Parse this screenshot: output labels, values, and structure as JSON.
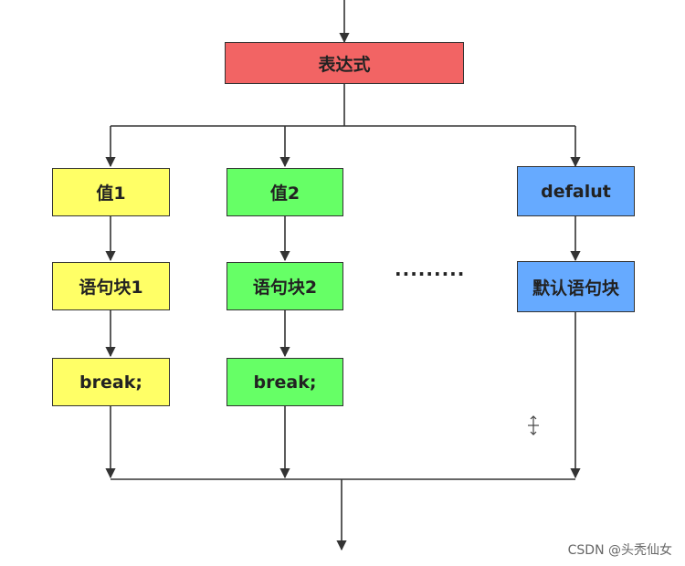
{
  "nodes": {
    "expression": {
      "label": "表达式",
      "color": "#f26464"
    },
    "value1": {
      "label": "值1",
      "color": "#ffff66"
    },
    "value2": {
      "label": "值2",
      "color": "#66ff66"
    },
    "default_case": {
      "label": "defalut",
      "color": "#66aaff"
    },
    "block1": {
      "label": "语句块1",
      "color": "#ffff66"
    },
    "block2": {
      "label": "语句块2",
      "color": "#66ff66"
    },
    "default_block": {
      "label": "默认语句块",
      "color": "#66aaff"
    },
    "break1": {
      "label": "break;",
      "color": "#ffff66"
    },
    "break2": {
      "label": "break;",
      "color": "#66ff66"
    }
  },
  "ellipsis": "·········",
  "watermark": "CSDN @头秃仙女",
  "line_color": "#333333"
}
